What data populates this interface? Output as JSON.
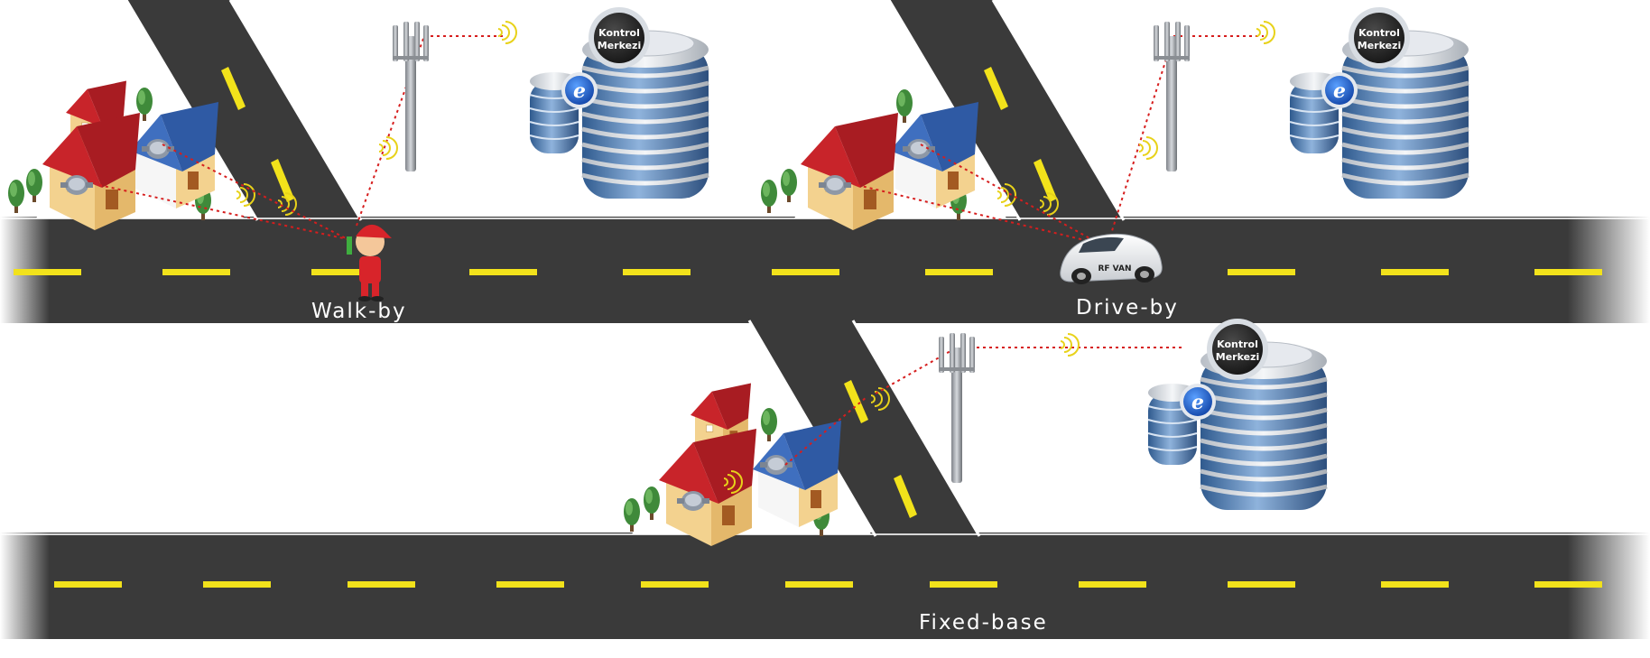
{
  "scenes": {
    "walk_by": {
      "label": "Walk-by"
    },
    "drive_by": {
      "label": "Drive-by",
      "van_text": "RF VAN"
    },
    "fixed_base": {
      "label": "Fixed-base"
    }
  },
  "control_center": {
    "line1": "Kontrol",
    "line2": "Merkezi"
  },
  "icons": {
    "browser": "internet-explorer-icon",
    "tower": "cell-tower-icon",
    "signal": "wifi-signal-icon",
    "meter": "water-meter-icon"
  },
  "colors": {
    "road": "#3a3a3a",
    "lane_mark": "#f2e21b",
    "link": "#d61e1e",
    "roof_red": "#c8242a",
    "roof_blue": "#3f6fbf",
    "building_glass": "#4a78b0",
    "badge": "#2b2b2b",
    "browser_badge": "#1f5fc4"
  }
}
